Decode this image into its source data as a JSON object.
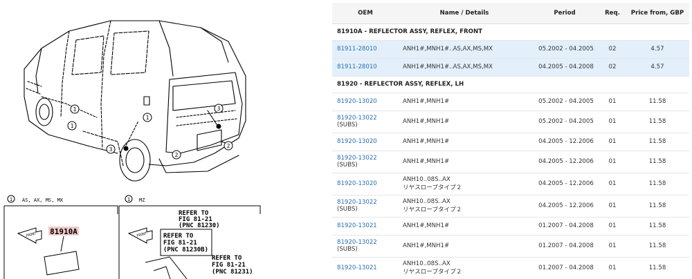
{
  "diagram": {
    "callouts": [
      "1",
      "1",
      "3",
      "1",
      "2",
      "2",
      "3"
    ],
    "boxes": [
      {
        "number": "1",
        "variants": "AS, AX, MS, MX",
        "part_label": "81910A",
        "front_label": "FRONT"
      },
      {
        "number": "1",
        "variants": "MZ",
        "front_label": "FRONT"
      }
    ],
    "refs": [
      [
        "REFER TO",
        "FIG 81-21",
        "(PNC 81230)"
      ],
      [
        "REFER TO",
        "FIG 81-21",
        "(PNC 81230B)"
      ],
      [
        "REFER TO",
        "FIG 81-21",
        "(PNC 81231)"
      ]
    ]
  },
  "table": {
    "headers": {
      "oem": "OEM",
      "name": "Name / Details",
      "period": "Period",
      "req": "Req.",
      "price": "Price from, GBP"
    },
    "rows": [
      {
        "type": "group",
        "title": "81910A - REFLECTOR ASSY, REFLEX, FRONT"
      },
      {
        "type": "part",
        "oem": "81911-28010",
        "subs": "",
        "name": "ANH1#,MNH1#..AS,AX,MS,MX",
        "name2": "",
        "period": "05.2002 - 04.2005",
        "req": "02",
        "price": "4.57",
        "highlight": true
      },
      {
        "type": "part",
        "oem": "81911-28010",
        "subs": "",
        "name": "ANH1#,MNH1#..AS,AX,MS,MX",
        "name2": "",
        "period": "04.2005 - 04.2008",
        "req": "02",
        "price": "4.57",
        "highlight": true
      },
      {
        "type": "group",
        "title": "81920 - REFLECTOR ASSY, REFLEX, LH"
      },
      {
        "type": "part",
        "oem": "81920-13020",
        "subs": "",
        "name": "ANH1#,MNH1#",
        "name2": "",
        "period": "05.2002 - 04.2005",
        "req": "01",
        "price": "11.58"
      },
      {
        "type": "part",
        "oem": "81920-13022",
        "subs": "(SUBS)",
        "name": "ANH1#,MNH1#",
        "name2": "",
        "period": "05.2002 - 04.2005",
        "req": "01",
        "price": "11.58"
      },
      {
        "type": "part",
        "oem": "81920-13020",
        "subs": "",
        "name": "ANH1#,MNH1#",
        "name2": "",
        "period": "04.2005 - 12.2006",
        "req": "01",
        "price": "11.58"
      },
      {
        "type": "part",
        "oem": "81920-13022",
        "subs": "(SUBS)",
        "name": "ANH1#,MNH1#",
        "name2": "",
        "period": "04.2005 - 12.2006",
        "req": "01",
        "price": "11.58"
      },
      {
        "type": "part",
        "oem": "81920-13020",
        "subs": "",
        "name": "ANH10..08S..AX",
        "name2": "リヤスローブタイプ２",
        "period": "04.2005 - 12.2006",
        "req": "01",
        "price": "11.58"
      },
      {
        "type": "part",
        "oem": "81920-13022",
        "subs": "(SUBS)",
        "name": "ANH10..08S..AX",
        "name2": "リヤスローブタイプ２",
        "period": "04.2005 - 12.2006",
        "req": "01",
        "price": "11.58"
      },
      {
        "type": "part",
        "oem": "81920-13021",
        "subs": "",
        "name": "ANH1#,MNH1#",
        "name2": "",
        "period": "01.2007 - 04.2008",
        "req": "01",
        "price": "11.58"
      },
      {
        "type": "part",
        "oem": "81920-13022",
        "subs": "(SUBS)",
        "name": "ANH1#,MNH1#",
        "name2": "",
        "period": "01.2007 - 04.2008",
        "req": "01",
        "price": "11.58"
      },
      {
        "type": "part",
        "oem": "81920-13021",
        "subs": "",
        "name": "ANH10..08S..AX",
        "name2": "リヤスローブタイプ２",
        "period": "01.2007 - 04.2008",
        "req": "01",
        "price": "11.58"
      }
    ]
  }
}
